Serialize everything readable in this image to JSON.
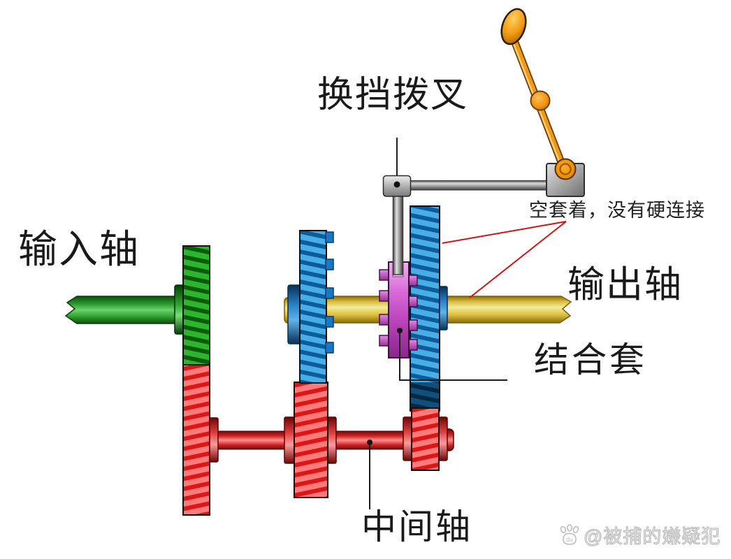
{
  "labels": {
    "shift_fork": "换挡拨叉",
    "input_shaft": "输入轴",
    "output_shaft": "输出轴",
    "coupling_sleeve": "结合套",
    "counter_shaft": "中间轴",
    "loose_fit_note": "空套着，没有硬连接"
  },
  "watermark": {
    "icon": "baidu-paw-icon",
    "icon_text": "du",
    "text": "@被捕的嫌疑犯"
  },
  "colors": {
    "input_gear_green": "#2db52d",
    "counter_gear_red": "#dc1616",
    "output_gear_blue": "#4aaee6",
    "sleeve_purple": "#c050c0",
    "output_shaft_yellow": "#e8c84a",
    "lever_orange": "#e89010",
    "annotation_red": "#c81616",
    "annotation_black": "#1c1c1c"
  }
}
